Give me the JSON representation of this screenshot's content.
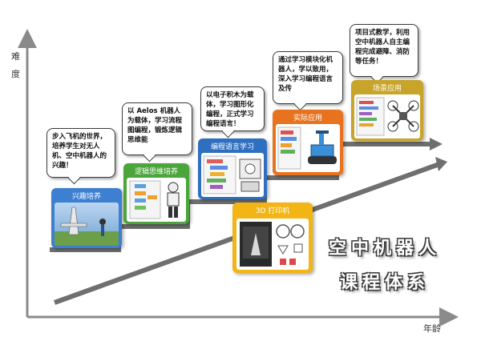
{
  "axes": {
    "y_label": "难度",
    "x_label": "年龄"
  },
  "title": {
    "line1": "空中机器人",
    "line2": "课程体系"
  },
  "stages": [
    {
      "label": "兴趣培养",
      "bubble": "步入飞机的世界，培养学生对无人机、空中机器人的兴趣！",
      "color": "#3d7fd1"
    },
    {
      "label": "逻辑思维培养",
      "bubble": "以 Aelos 机器人为载体，学习流程图编程，锻炼逻辑思维能",
      "color": "#4aa53a"
    },
    {
      "label": "编程语言学习",
      "bubble": "以电子积木为载体，学习图形化编程，正式学习编程语言！",
      "color": "#2f6fc0"
    },
    {
      "label": "实际应用",
      "bubble": "通过学习模块化机器人，学以致用，深入学习编程语言及传",
      "color": "#e8731f"
    },
    {
      "label": "场景应用",
      "bubble": "项目式教学，利用空中机器人自主编程完成避障、消防等任务！",
      "color": "#c8a42a"
    }
  ],
  "print_stage": {
    "label": "3D 打印机",
    "color": "#f2b515"
  }
}
